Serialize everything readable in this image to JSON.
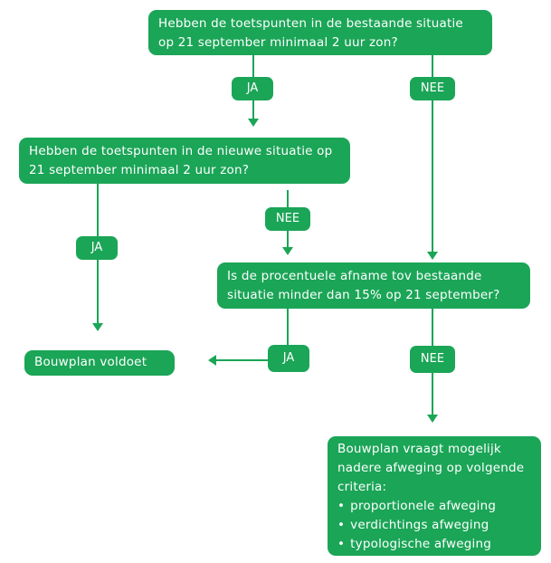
{
  "questions": {
    "q1_line1": "Hebben de toetspunten in de bestaande situatie",
    "q1_line2": "op 21 september minimaal 2 uur zon?",
    "q2_line1": "Hebben de toetspunten in de nieuwe situatie op",
    "q2_line2": "21 september minimaal 2 uur zon?",
    "q3_line1": "Is de procentuele afname tov bestaande",
    "q3_line2": "situatie minder dan 15% op 21 september?"
  },
  "outcomes": {
    "pass": "Bouwplan voldoet",
    "review_line1": "Bouwplan vraagt mogelijk",
    "review_line2": "nadere afweging op volgende",
    "review_line3": "criteria:",
    "criteria": [
      "proportionele afweging",
      "verdichtings afweging",
      "typologische afweging"
    ]
  },
  "branch_labels": {
    "yes": "JA",
    "no": "NEE"
  },
  "colors": {
    "box_fill": "#1ba557",
    "text": "#ffffff",
    "background": "#ffffff"
  }
}
